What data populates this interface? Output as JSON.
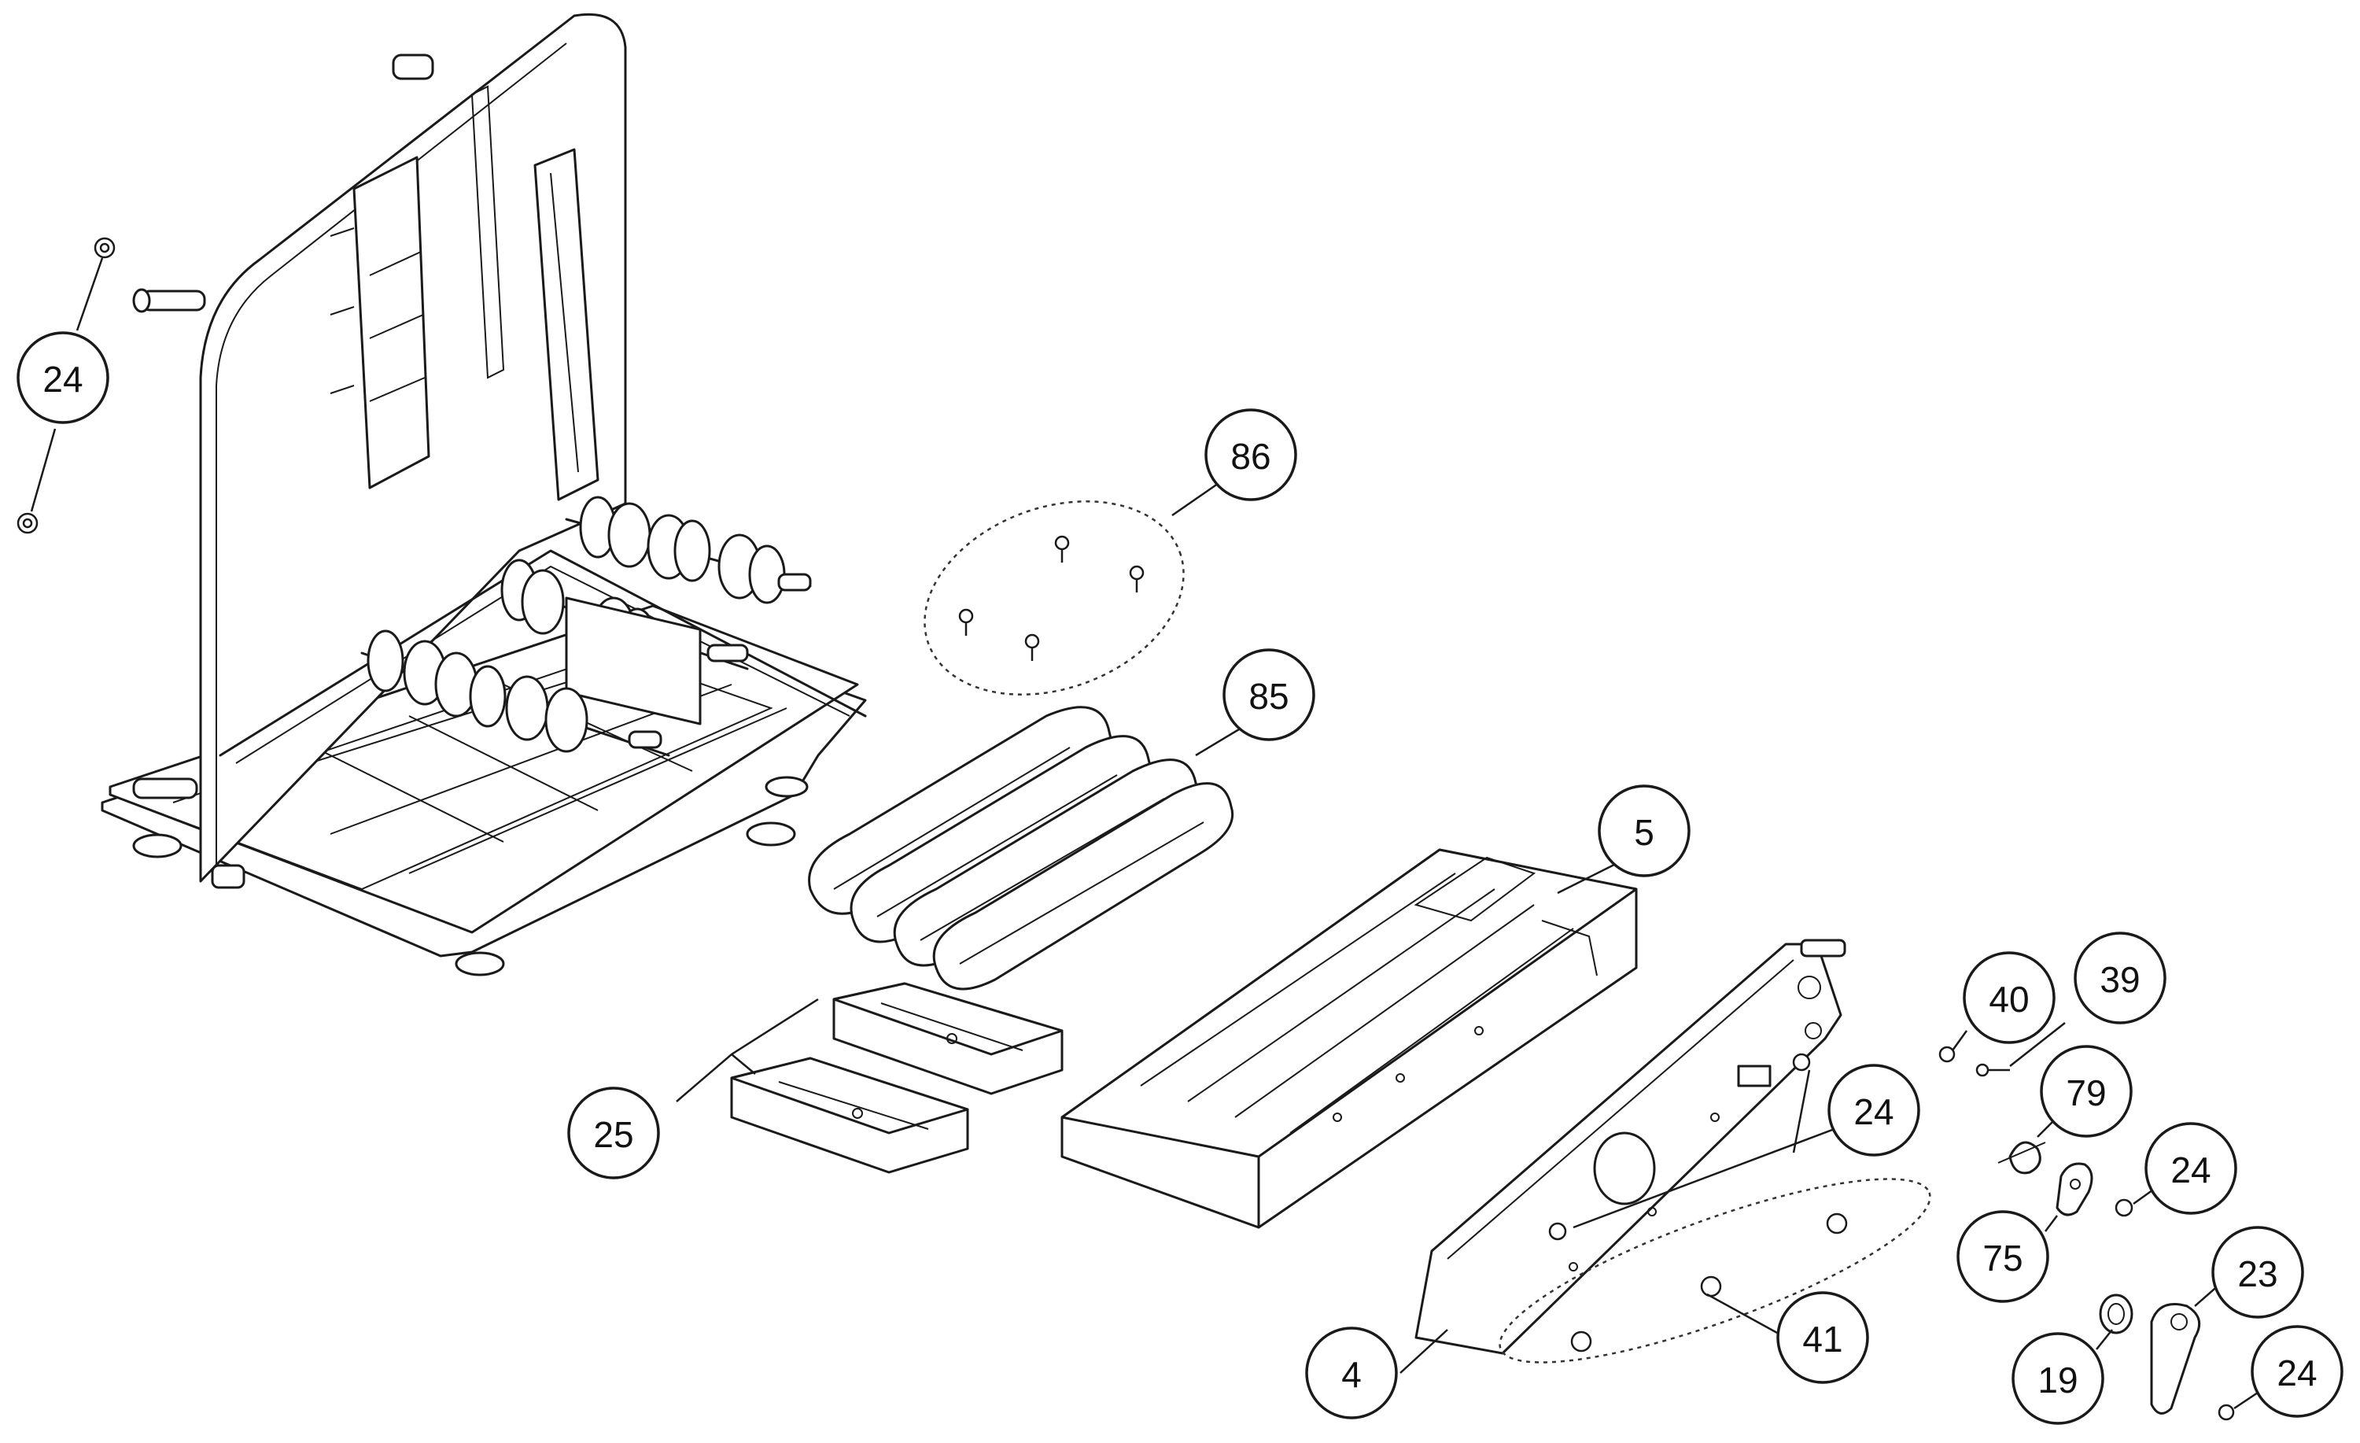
{
  "diagram": {
    "callouts": [
      {
        "id": "c24a",
        "label": "24"
      },
      {
        "id": "c86",
        "label": "86"
      },
      {
        "id": "c85",
        "label": "85"
      },
      {
        "id": "c5",
        "label": "5"
      },
      {
        "id": "c40",
        "label": "40"
      },
      {
        "id": "c39",
        "label": "39"
      },
      {
        "id": "c79",
        "label": "79"
      },
      {
        "id": "c24b",
        "label": "24"
      },
      {
        "id": "c24c",
        "label": "24"
      },
      {
        "id": "c75",
        "label": "75"
      },
      {
        "id": "c23",
        "label": "23"
      },
      {
        "id": "c25",
        "label": "25"
      },
      {
        "id": "c4",
        "label": "4"
      },
      {
        "id": "c41",
        "label": "41"
      },
      {
        "id": "c19",
        "label": "19"
      },
      {
        "id": "c24d",
        "label": "24"
      }
    ]
  }
}
